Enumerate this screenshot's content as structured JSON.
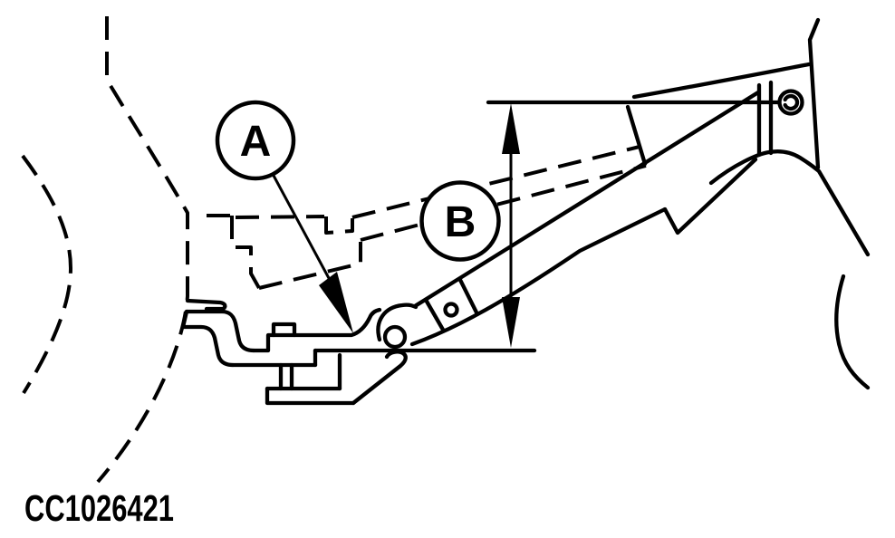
{
  "figure": {
    "code": "CC1026421",
    "callout_a": "A",
    "callout_b": "B"
  },
  "legend": {
    "description": "Technical line illustration of a vehicle hood support arm and latch bracket",
    "callout_a_meaning": "arrow pointing to latch bracket mounting point",
    "callout_b_meaning": "label near vertical height dimension arrow"
  },
  "colors": {
    "line": "#000000",
    "background": "#ffffff"
  },
  "icons": [
    "double-headed-vertical-arrow-icon",
    "leader-arrow-icon",
    "bolt-washer-icon"
  ]
}
